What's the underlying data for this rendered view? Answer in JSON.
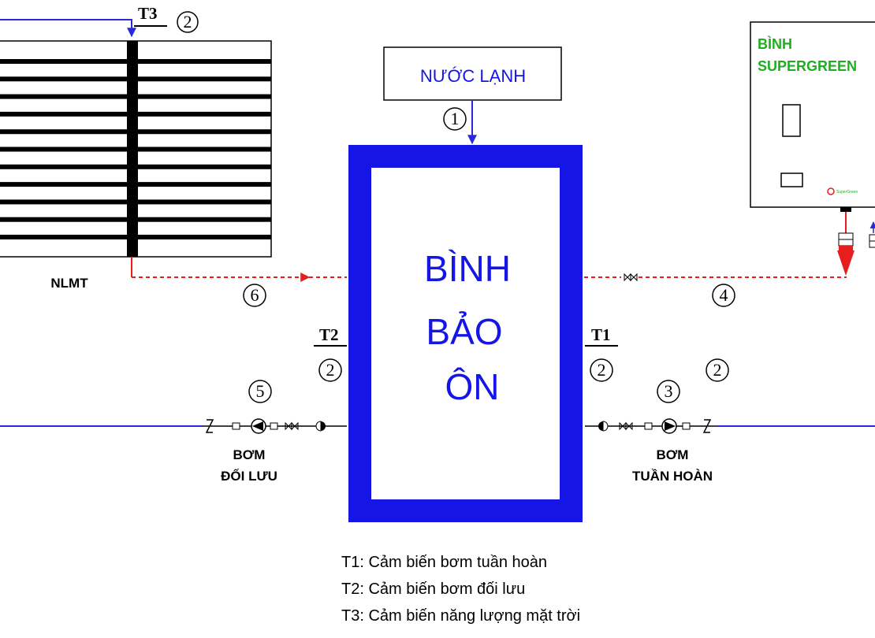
{
  "collector": {
    "label": "NLMT"
  },
  "cold_water": {
    "label": "NƯỚC LẠNH"
  },
  "tank": {
    "line1": "BÌNH",
    "line2": "BẢO",
    "line3": "ÔN"
  },
  "supergreen": {
    "line1": "BÌNH",
    "line2": "SUPERGREEN",
    "logo_text": "SuperGreen"
  },
  "sensors": {
    "t1": "T1",
    "t2": "T2",
    "t3": "T3"
  },
  "numbers": {
    "n1": "1",
    "n2": "2",
    "n3": "3",
    "n4": "4",
    "n5": "5",
    "n6": "6"
  },
  "pumps": {
    "left": {
      "line1": "BƠM",
      "line2": "ĐỐI LƯU"
    },
    "right": {
      "line1": "BƠM",
      "line2": "TUẦN HOÀN"
    }
  },
  "legend": [
    "T1: Cảm biến bơm tuần hoàn",
    "T2: Cảm biến bơm đối lưu",
    "T3: Cảm biến năng lượng mặt trời"
  ],
  "colors": {
    "tank_blue": "#1515e6",
    "pipe_blue": "#2a2ad8",
    "hot_red": "#e61e1e",
    "brand_green": "#1fae1f"
  }
}
